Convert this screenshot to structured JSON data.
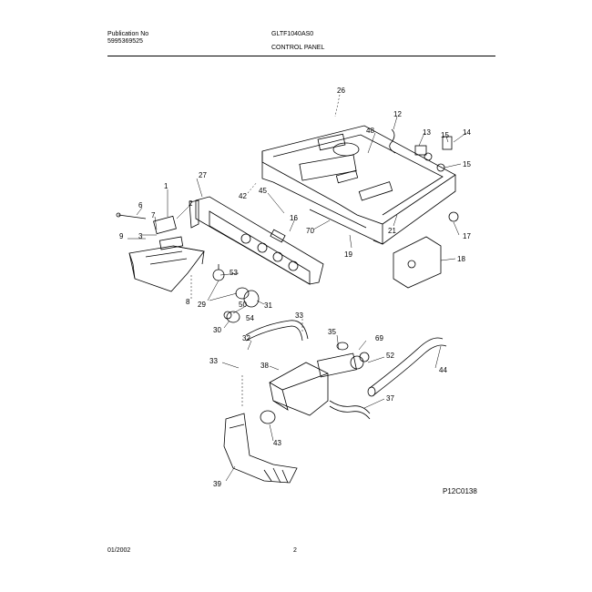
{
  "header": {
    "publication_label": "Publication No",
    "publication_number": "5995369525",
    "model": "GLTF1040AS0",
    "section": "CONTROL PANEL"
  },
  "diagram": {
    "code": "P12C0138",
    "callouts": [
      "26",
      "12",
      "48",
      "13",
      "15",
      "14",
      "15",
      "27",
      "42",
      "45",
      "1",
      "2",
      "6",
      "7",
      "3",
      "9",
      "16",
      "70",
      "19",
      "21",
      "17",
      "18",
      "53",
      "29",
      "8",
      "50",
      "54",
      "31",
      "30",
      "33",
      "35",
      "69",
      "52",
      "44",
      "32",
      "33",
      "38",
      "37",
      "43",
      "39"
    ]
  },
  "footer": {
    "date": "01/2002",
    "page": "2"
  }
}
